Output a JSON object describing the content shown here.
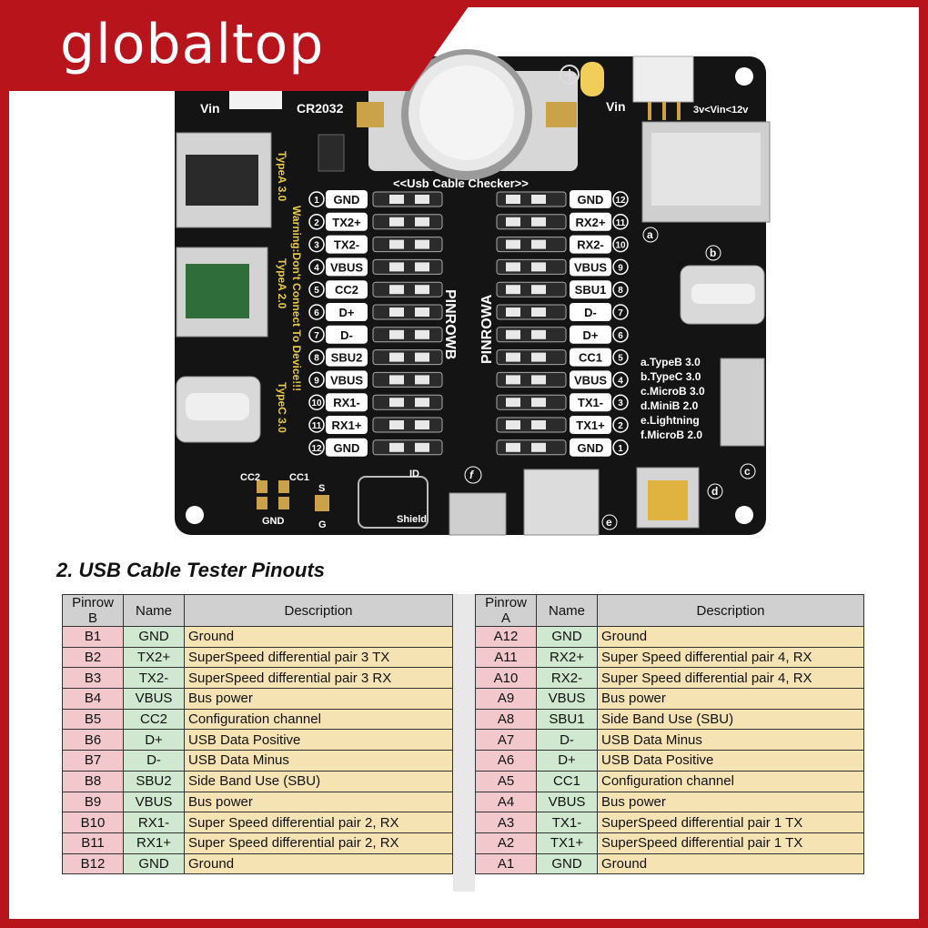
{
  "brand": "globaltop",
  "colors": {
    "frame": "#b8141b",
    "pcb": "#111111",
    "pinrow_cell": "#f2c8cc",
    "name_cell": "#cfe8cf",
    "desc_cell": "#f6e3b4",
    "header": "#d0d0d0"
  },
  "board": {
    "title": "<<Usb Cable Checker>>",
    "vin_left": "Vin",
    "vin_right": "Vin",
    "battery": "CR2032",
    "range": "3v<Vin<12v",
    "warning": "Warning:Don't Connect To Device!!!",
    "port_labels_left": [
      "TypeA 3.0",
      "TypeA 2.0",
      "TypeC 3.0"
    ],
    "pinrow_b": "PINROWB",
    "pinrow_a": "PINROWA",
    "left_pins": [
      "GND",
      "TX2+",
      "TX2-",
      "VBUS",
      "CC2",
      "D+",
      "D-",
      "SBU2",
      "VBUS",
      "RX1-",
      "RX1+",
      "GND"
    ],
    "right_pins": [
      "GND",
      "RX2+",
      "RX2-",
      "VBUS",
      "SBU1",
      "D-",
      "D+",
      "CC1",
      "VBUS",
      "TX1-",
      "TX1+",
      "GND"
    ],
    "left_nums": [
      "1",
      "2",
      "3",
      "4",
      "5",
      "6",
      "7",
      "8",
      "9",
      "10",
      "11",
      "12"
    ],
    "right_nums": [
      "12",
      "11",
      "10",
      "9",
      "8",
      "7",
      "6",
      "5",
      "4",
      "3",
      "2",
      "1"
    ],
    "legend": [
      "a.TypeB 3.0",
      "b.TypeC 3.0",
      "c.MicroB 3.0",
      "d.MiniB 2.0",
      "e.Lightning",
      "f.MicroB 2.0"
    ],
    "cc2": "CC2",
    "cc1": "CC1",
    "gnd": "GND",
    "s": "S",
    "g": "G",
    "id": "ID",
    "shield": "Shield",
    "circle_a": "a",
    "circle_b": "b",
    "circle_c": "c",
    "circle_d": "d",
    "circle_e": "e",
    "circle_f": "f"
  },
  "section_title": "2. USB Cable Tester Pinouts",
  "table_b": {
    "headers": [
      "Pinrow\nB",
      "Name",
      "Description"
    ],
    "rows": [
      [
        "B1",
        "GND",
        "Ground"
      ],
      [
        "B2",
        "TX2+",
        "SuperSpeed differential pair 3 TX"
      ],
      [
        "B3",
        "TX2-",
        "SuperSpeed differential pair 3 RX"
      ],
      [
        "B4",
        "VBUS",
        "Bus power"
      ],
      [
        "B5",
        "CC2",
        "Configuration channel"
      ],
      [
        "B6",
        "D+",
        "USB Data Positive"
      ],
      [
        "B7",
        "D-",
        "USB Data Minus"
      ],
      [
        "B8",
        "SBU2",
        "Side Band Use (SBU)"
      ],
      [
        "B9",
        "VBUS",
        "Bus power"
      ],
      [
        "B10",
        "RX1-",
        "Super Speed differential pair 2, RX"
      ],
      [
        "B11",
        "RX1+",
        "Super Speed differential pair 2, RX"
      ],
      [
        "B12",
        "GND",
        "Ground"
      ]
    ]
  },
  "table_a": {
    "headers": [
      "Pinrow\nA",
      "Name",
      "Description"
    ],
    "rows": [
      [
        "A12",
        "GND",
        "Ground"
      ],
      [
        "A11",
        "RX2+",
        "Super Speed differential pair 4, RX"
      ],
      [
        "A10",
        "RX2-",
        "Super Speed differential pair 4, RX"
      ],
      [
        "A9",
        "VBUS",
        "Bus power"
      ],
      [
        "A8",
        "SBU1",
        "Side Band Use (SBU)"
      ],
      [
        "A7",
        "D-",
        "USB Data Minus"
      ],
      [
        "A6",
        "D+",
        "USB Data Positive"
      ],
      [
        "A5",
        "CC1",
        "Configuration channel"
      ],
      [
        "A4",
        "VBUS",
        "Bus power"
      ],
      [
        "A3",
        "TX1-",
        "SuperSpeed differential pair 1 TX"
      ],
      [
        "A2",
        "TX1+",
        "SuperSpeed differential pair 1 TX"
      ],
      [
        "A1",
        "GND",
        "Ground"
      ]
    ]
  }
}
